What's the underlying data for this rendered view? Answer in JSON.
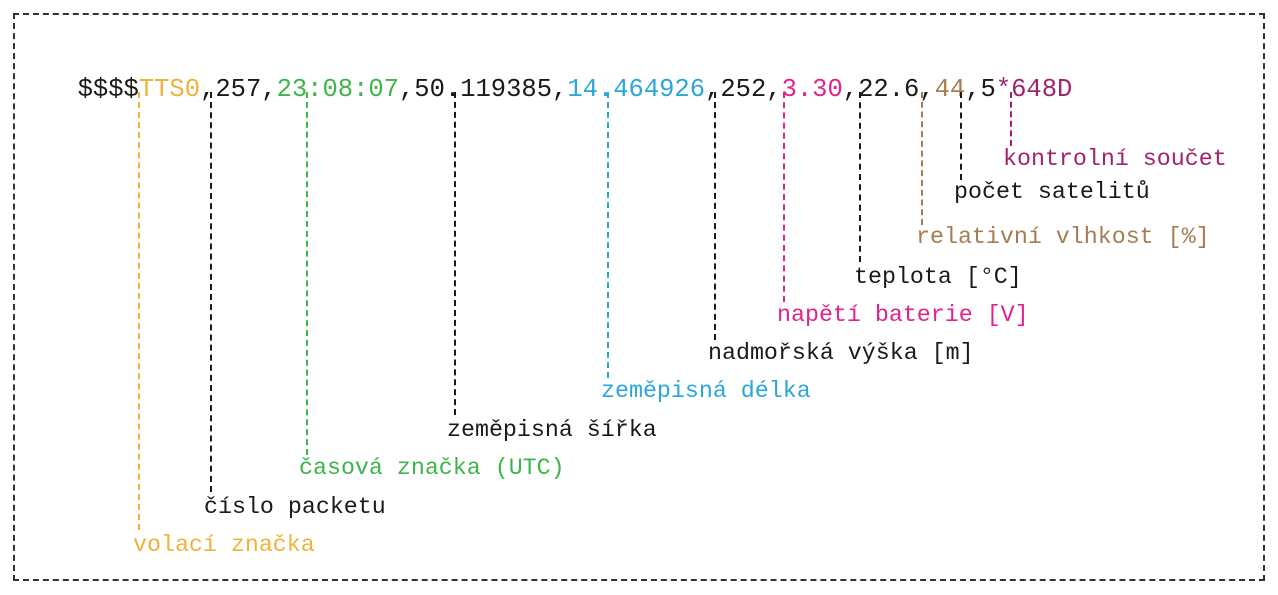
{
  "colors": {
    "black": "#1a1a1a",
    "orange": "#f0b23a",
    "green": "#3db54a",
    "blue": "#2aa6d9",
    "pink": "#e2238c",
    "brown": "#a67c52",
    "purple": "#a3226e"
  },
  "packet": [
    {
      "text": "$$$$",
      "color": "#1a1a1a"
    },
    {
      "text": "TTS0",
      "color": "#f0b23a"
    },
    {
      "text": ",257,",
      "color": "#1a1a1a"
    },
    {
      "text": "23:08:07",
      "color": "#3db54a"
    },
    {
      "text": ",50.119385,",
      "color": "#1a1a1a"
    },
    {
      "text": "14.464926",
      "color": "#2aa6d9"
    },
    {
      "text": ",252,",
      "color": "#1a1a1a"
    },
    {
      "text": "3.30",
      "color": "#e2238c"
    },
    {
      "text": ",22.6,",
      "color": "#1a1a1a"
    },
    {
      "text": "44",
      "color": "#a67c52"
    },
    {
      "text": ",5",
      "color": "#1a1a1a"
    },
    {
      "text": "*648D",
      "color": "#a3226e"
    }
  ],
  "labels": [
    {
      "text": "volací značka",
      "color": "#f0b23a"
    },
    {
      "text": "číslo packetu",
      "color": "#1a1a1a"
    },
    {
      "text": "časová značka (UTC)",
      "color": "#3db54a"
    },
    {
      "text": "zeměpisná šířka",
      "color": "#1a1a1a"
    },
    {
      "text": "zeměpisná délka",
      "color": "#2aa6d9"
    },
    {
      "text": "nadmořská výška [m]",
      "color": "#1a1a1a"
    },
    {
      "text": "napětí baterie [V]",
      "color": "#e2238c"
    },
    {
      "text": "teplota [°C]",
      "color": "#1a1a1a"
    },
    {
      "text": "relativní vlhkost [%]",
      "color": "#a67c52"
    },
    {
      "text": "počet satelitů",
      "color": "#1a1a1a"
    },
    {
      "text": "kontrolní součet",
      "color": "#a3226e"
    }
  ]
}
